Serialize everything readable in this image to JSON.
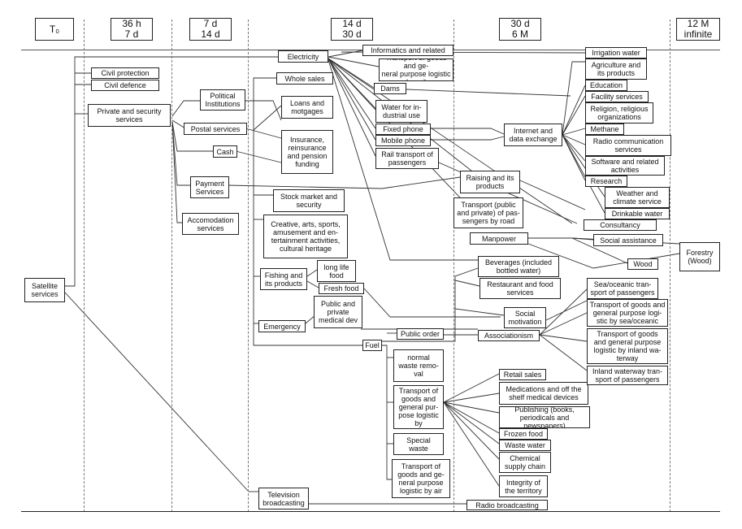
{
  "columns": [
    {
      "top": "T₀",
      "bottom": ""
    },
    {
      "top": "36 h",
      "bottom": "7 d"
    },
    {
      "top": "7 d",
      "bottom": "14 d"
    },
    {
      "top": "14 d",
      "bottom": "30 d"
    },
    {
      "top": "30 d",
      "bottom": "6 M"
    },
    {
      "top": "12 M",
      "bottom": "infinite"
    }
  ],
  "nodes": {
    "satellite": "Satellite\nservices",
    "civil_protection": "Civil protection",
    "civil_defence": "Civil defence",
    "private_security": "Private and security\nservices",
    "political": "Political\nInstitutions",
    "postal": "Postal services",
    "cash": "Cash",
    "payment": "Payment\nServices",
    "accomodation": "Accomodation\nservices",
    "electricity": "Electricity",
    "whole_sales": "Whole sales",
    "loans": "Loans and\nmotgages",
    "insurance": "Insurance,\nreinsurance\nand pension\nfunding",
    "stock": "Stock market and\nsecurity",
    "creative": "Creative, arts, sports,\namusement and en-\ntertainment activities,\ncultural heritage",
    "fishing": "Fishing and\nits products",
    "long_life": "long life\nfood",
    "fresh": "Fresh food",
    "emergency": "Emergency",
    "medical_dev": "Public and\nprivate\nmedical dev",
    "fuel": "Fuel",
    "informatics": "Informatics and related",
    "transport_rail": "Transport of goods and ge-\nneral purpose logistic by rail",
    "dams": "Dams",
    "water_industrial": "Water for in-\ndustrial use",
    "fixed_phone": "Fixed phone",
    "mobile_phone": "Mobile phone",
    "rail_passengers": "Rail transport of\npassengers",
    "public_order": "Public order",
    "normal_waste": "normal\nwaste remo-\nval",
    "transport_goods_road": "Transport of\ngoods and\ngeneral pur-\npose logistic\nby",
    "special_waste": "Special\nwaste",
    "transport_air": "Transport of\ngoods and ge-\nneral purpose\nlogistic by air",
    "television": "Television\nbroadcasting",
    "internet": "Internet and\ndata exchange",
    "raising": "Raising and its\nproducts",
    "transport_public_road": "Transport (public\nand private) of pas-\nsengers by road",
    "manpower": "Manpower",
    "beverages": "Beverages (included\nbottled water)",
    "restaurant": "Restaurant and food\nservices",
    "social_motivation": "Social\nmotivation",
    "associationism": "Associationism",
    "retail": "Retail sales",
    "medications": "Medications and off the\nshelf medical devices",
    "publishing": "Publishing (books,\nperiodicals and newspapers)",
    "frozen": "Frozen food",
    "waste_water": "Waste water",
    "chemical": "Chemical\nsupply chain",
    "integrity": "Integrity of\nthe territory",
    "radio": "Radio broadcasting",
    "irrigation": "Irrigation water",
    "agriculture": "Agriculture and\nits products",
    "education": "Education",
    "facility": "Facility services",
    "religion": "Religion, religious\norganizations",
    "methane": "Methane",
    "radio_comm": "Radio communication\nservices",
    "software": "Software and related\nactivities",
    "research": "Research",
    "weather": "Weather and\nclimate service",
    "drinkable": "Drinkable water",
    "consultancy": "Consultancy",
    "social_assistance": "Social assistance",
    "wood": "Wood",
    "sea_passengers": "Sea/oceanic tran-\nsport of passengers",
    "sea_goods": "Transport of goods and\ngeneral purpose logi-\nstic by sea/oceanic",
    "inland_goods": "Transport of goods\nand general purpose\nlogistic by inland wa-\nterway",
    "inland_passengers": "Inland waterway tran-\nsport of passengers",
    "forestry": "Forestry\n(Wood)"
  }
}
